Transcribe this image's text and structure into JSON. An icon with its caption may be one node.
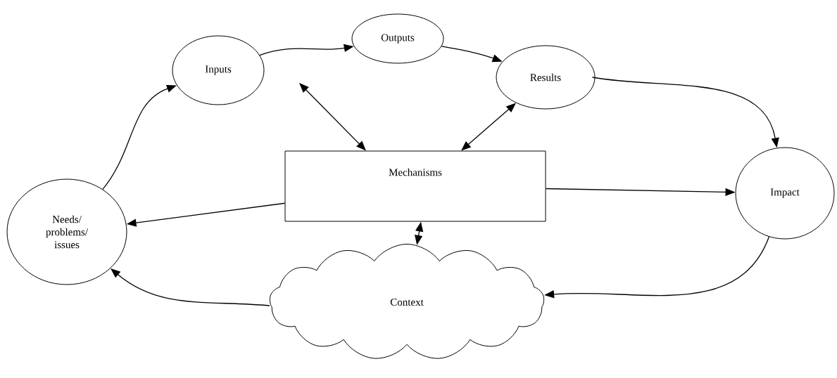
{
  "diagram": {
    "nodes": [
      {
        "text": [
          "Needs/ problems/ issues"
        ]
      },
      {
        "text": [
          "Inputs"
        ]
      },
      {
        "text": [
          "Outputs"
        ]
      },
      {
        "text": [
          "Results"
        ]
      },
      {
        "text": [
          "Impact"
        ]
      },
      {
        "text": [
          "Mechanisms"
        ]
      },
      {
        "text": [
          "Context"
        ]
      }
    ],
    "edges": [
      {
        "from": 0,
        "to": 1,
        "arrow": "to"
      },
      {
        "from": 1,
        "to": 2,
        "arrow": "to"
      },
      {
        "from": 2,
        "to": 3,
        "arrow": "to"
      },
      {
        "from": 3,
        "to": 4,
        "arrow": "to"
      },
      {
        "from": 4,
        "to": 6,
        "arrow": "to"
      },
      {
        "from": 6,
        "to": 0,
        "arrow": "to"
      },
      {
        "from": 5,
        "to": 0,
        "arrow": "to"
      },
      {
        "from": 5,
        "to": 4,
        "arrow": "to"
      },
      {
        "from": 5,
        "to": null,
        "arrow": "both"
      },
      {
        "from": 5,
        "to": 3,
        "arrow": "both"
      },
      {
        "from": 5,
        "to": 6,
        "arrow": "both"
      }
    ]
  }
}
